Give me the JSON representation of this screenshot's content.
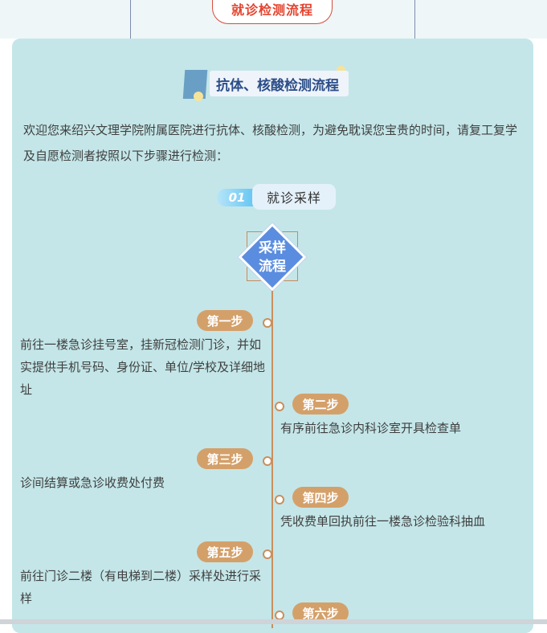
{
  "header": {
    "title": "就诊检测流程"
  },
  "section": {
    "title": "抗体、核酸检测流程"
  },
  "intro": "欢迎您来绍兴文理学院附属医院进行抗体、核酸检测，为避免耽误您宝贵的时间，请复工复学及自愿检测者按照以下步骤进行检测：",
  "step_header": {
    "number": "01",
    "label": "就诊采样"
  },
  "flow_title": "采样流程",
  "steps": [
    {
      "label": "第一步",
      "text": "前往一楼急诊挂号室，挂新冠检测门诊，并如实提供手机号码、身份证、单位/学校及详细地址"
    },
    {
      "label": "第二步",
      "text": "有序前往急诊内科诊室开具检查单"
    },
    {
      "label": "第三步",
      "text": "诊间结算或急诊收费处付费"
    },
    {
      "label": "第四步",
      "text": "凭收费单回执前往一楼急诊检验科抽血"
    },
    {
      "label": "第五步",
      "text": "前往门诊二楼（有电梯到二楼）采样处进行采样"
    },
    {
      "label": "第六步",
      "text": ""
    }
  ]
}
